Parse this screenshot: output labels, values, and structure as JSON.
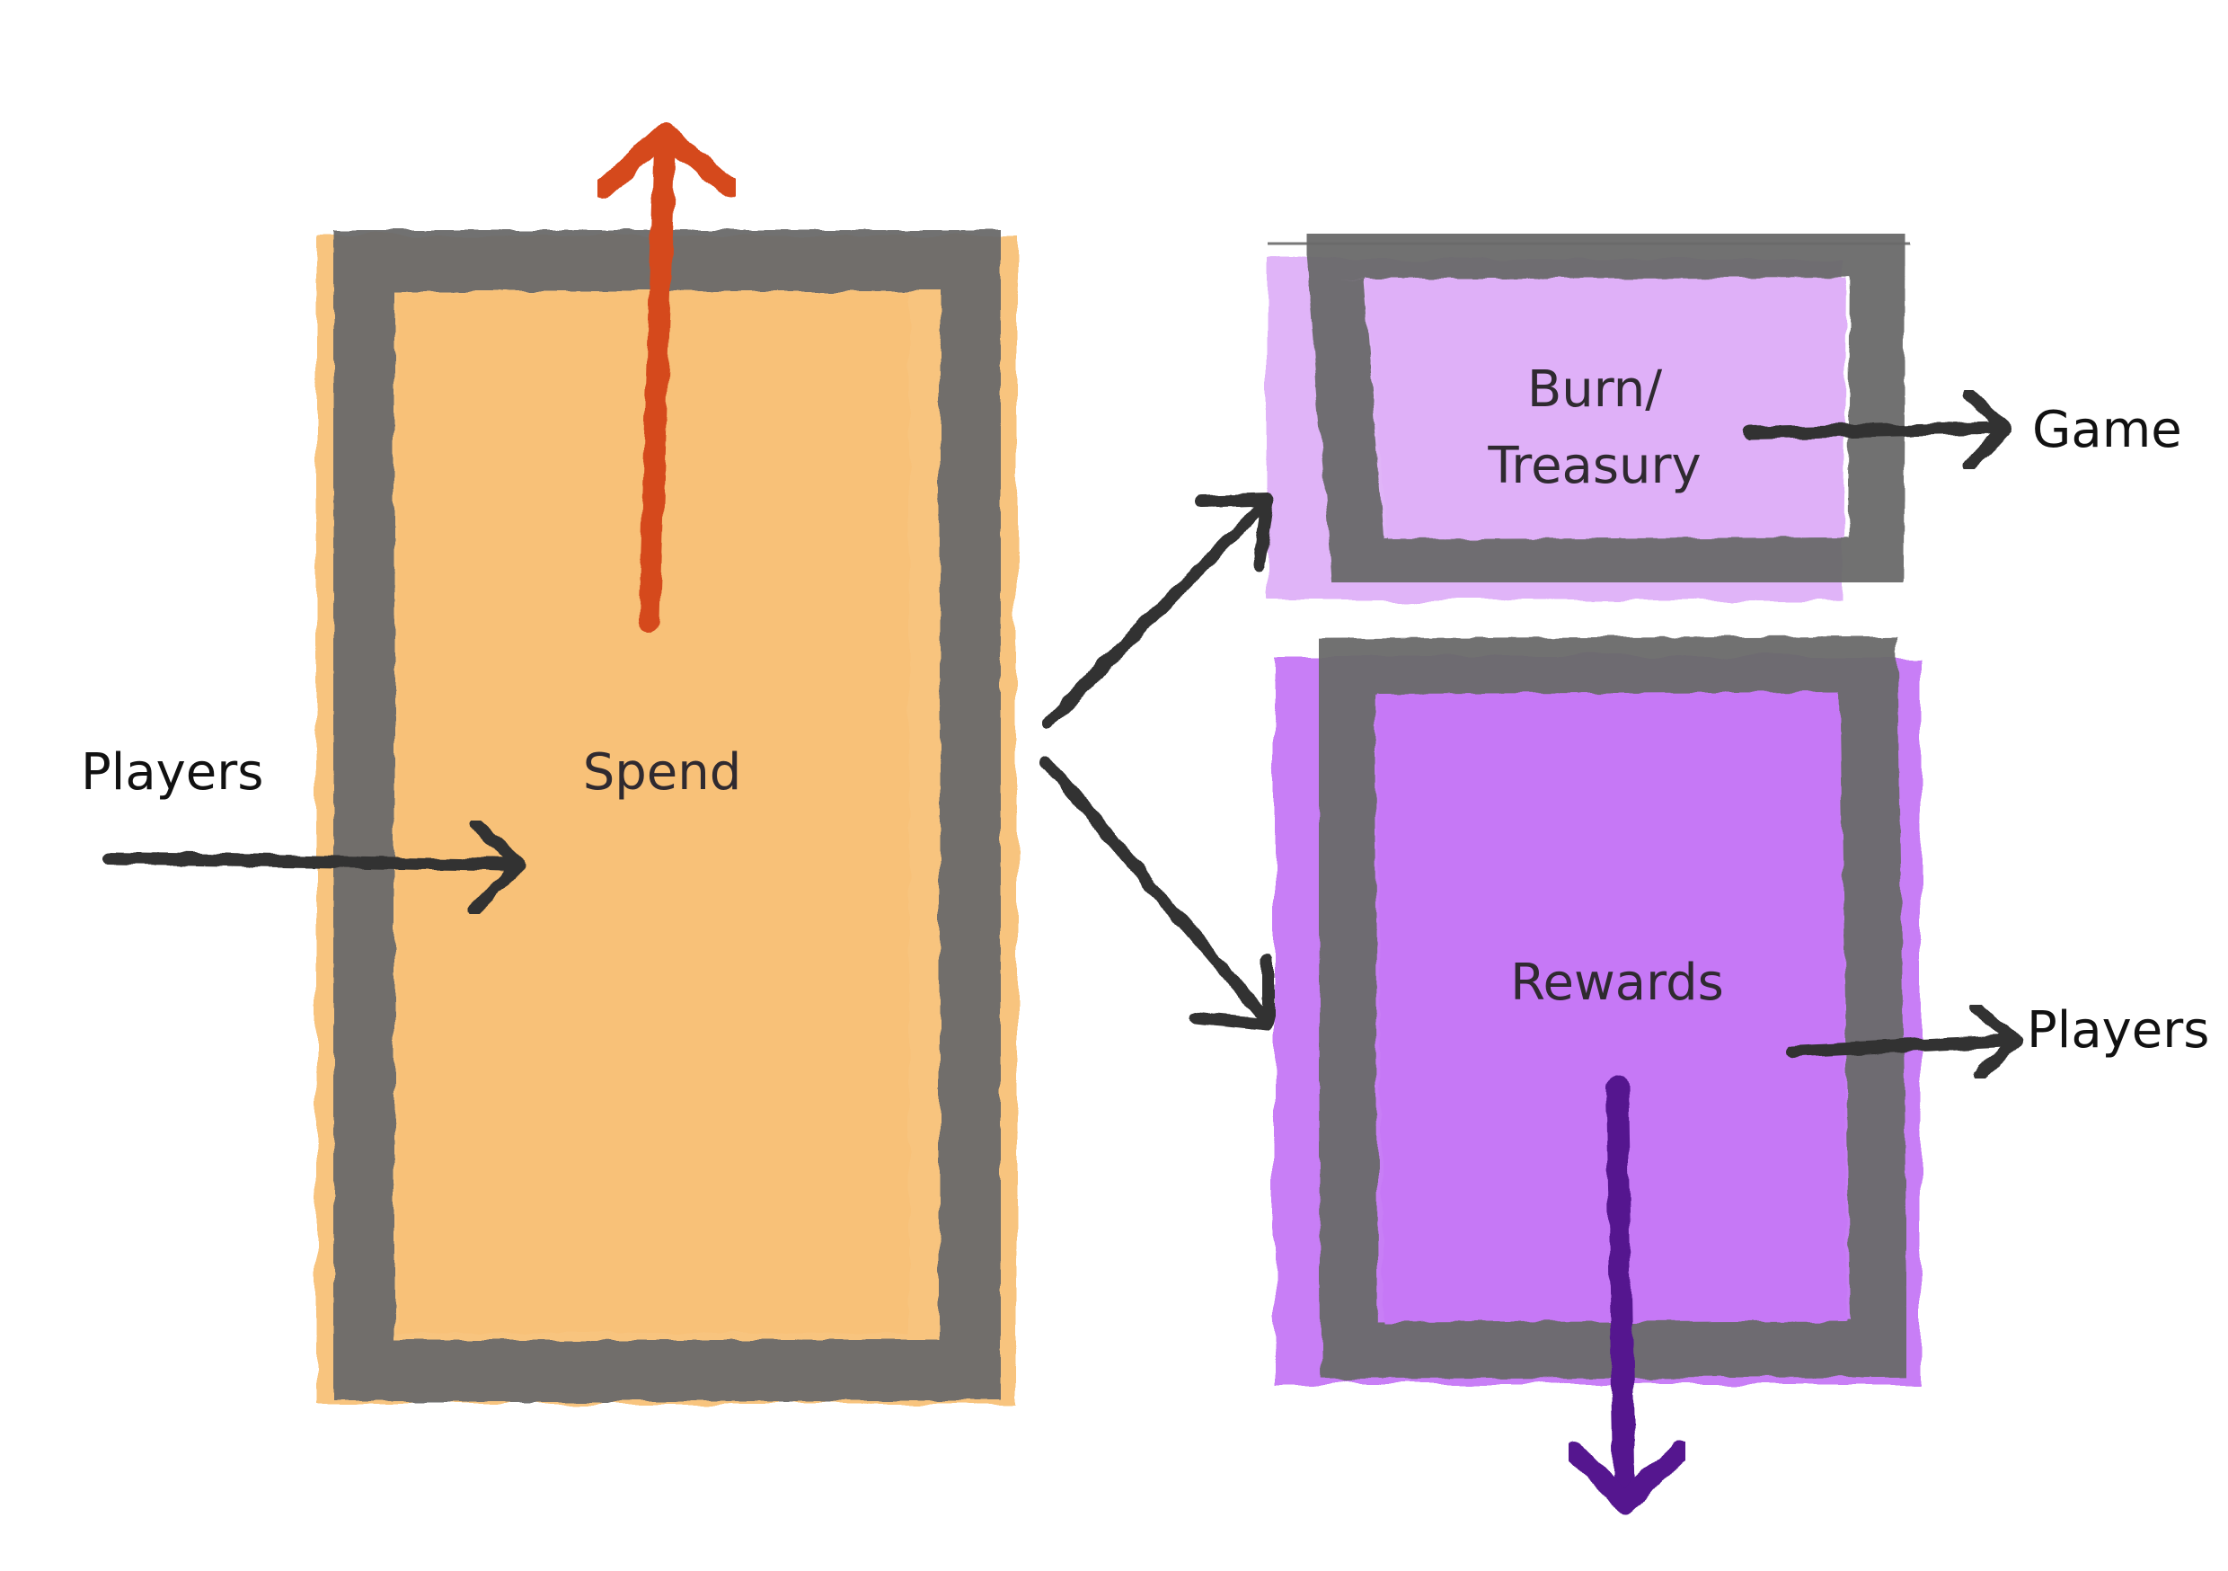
{
  "nodes": {
    "spend": {
      "label": "Spend"
    },
    "burn": {
      "line1": "Burn/",
      "line2": "Treasury"
    },
    "rewards": {
      "label": "Rewards"
    }
  },
  "external": {
    "players_in": "Players",
    "game": "Game",
    "players_out": "Players"
  },
  "colors": {
    "spend_fill": "#f8c178",
    "burn_fill": "#dfb0f8",
    "rewards_fill": "#c678f6",
    "frame": "#6b6b6b",
    "arrow_dark": "#333333",
    "arrow_up": "#d54a1e",
    "arrow_down": "#54168f"
  }
}
